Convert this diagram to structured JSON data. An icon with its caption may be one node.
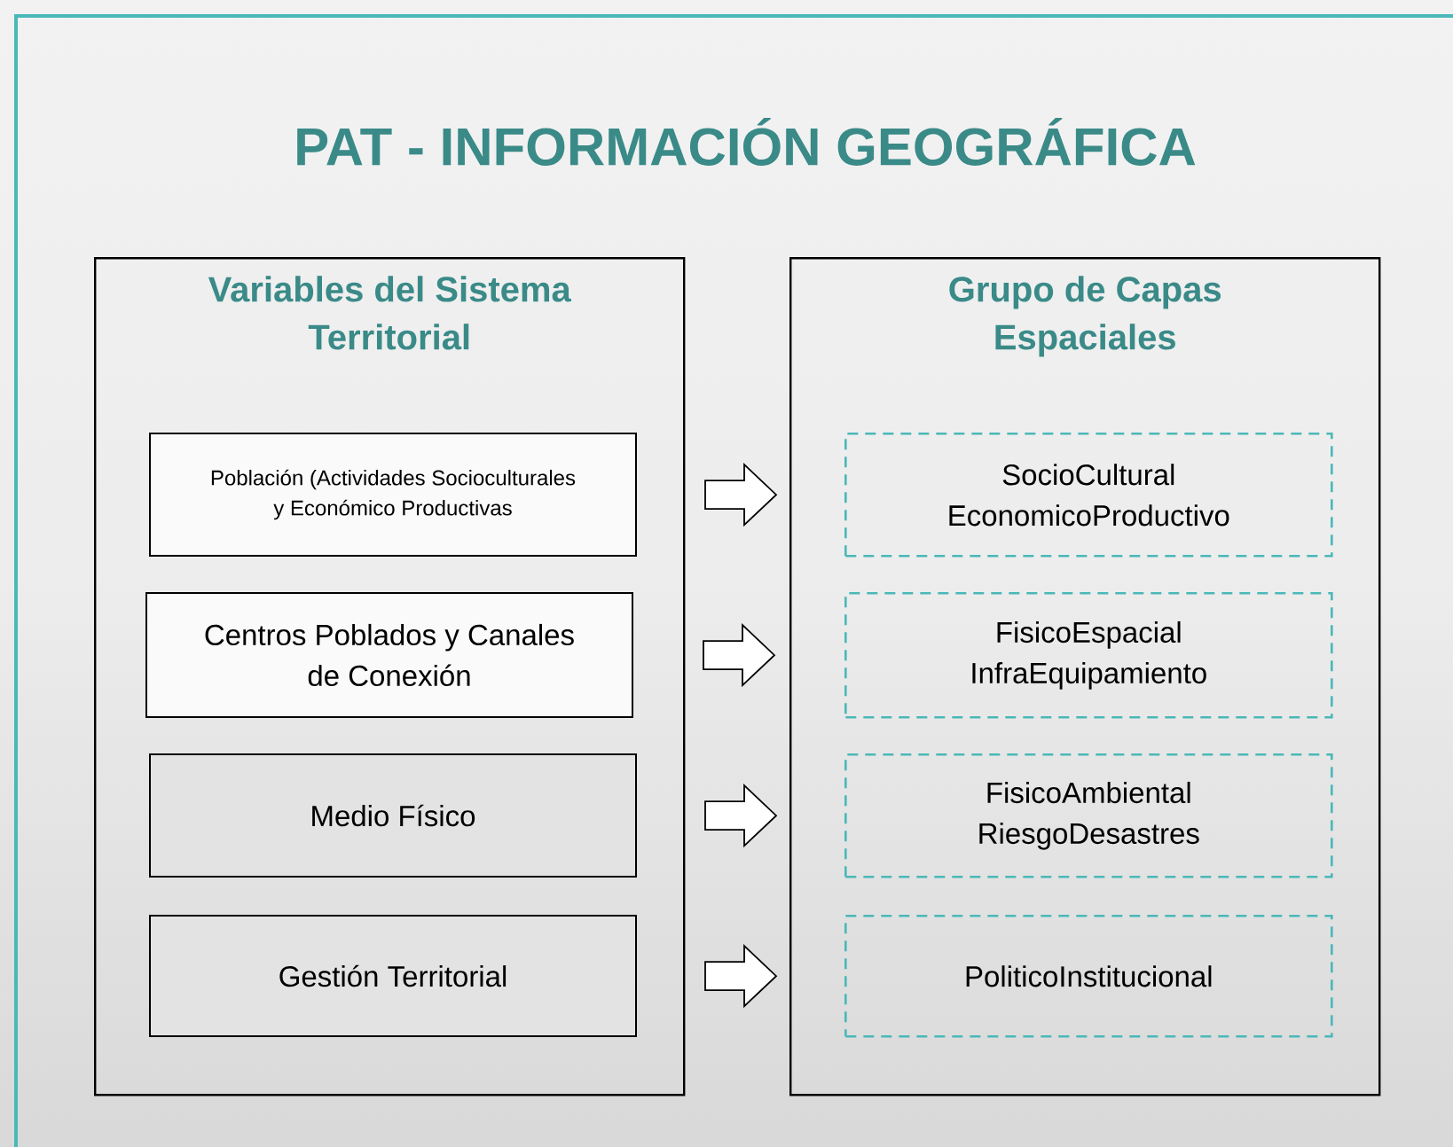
{
  "diagram": {
    "title": "PAT - INFORMACIÓN GEOGRÁFICA",
    "nodes": [
      {
        "text": [
          "Variables del Sistema Territorial"
        ]
      },
      {
        "text": [
          "Población (Actividades Socioculturales y Económico Productivas"
        ],
        "in": 0
      },
      {
        "text": [
          "Centros Poblados y Canales de Conexión"
        ],
        "in": 0
      },
      {
        "text": [
          "Medio Físico"
        ],
        "in": 0
      },
      {
        "text": [
          "Gestión Territorial"
        ],
        "in": 0
      },
      {
        "text": [
          "Grupo de Capas Espaciales"
        ]
      },
      {
        "text": [
          "SocioCultural EconomicoProductivo"
        ],
        "in": 5
      },
      {
        "text": [
          "FisicoEspacial InfraEquipamiento"
        ],
        "in": 5
      },
      {
        "text": [
          "FisicoAmbiental RiesgoDesastres"
        ],
        "in": 5
      },
      {
        "text": [
          "PoliticoInstitucional"
        ],
        "in": 5
      }
    ],
    "edges": [
      {
        "from": 1,
        "to": 6,
        "arrow": "to"
      },
      {
        "from": 2,
        "to": 7,
        "arrow": "to"
      },
      {
        "from": 3,
        "to": 8,
        "arrow": "to"
      },
      {
        "from": 4,
        "to": 9,
        "arrow": "to"
      }
    ]
  }
}
